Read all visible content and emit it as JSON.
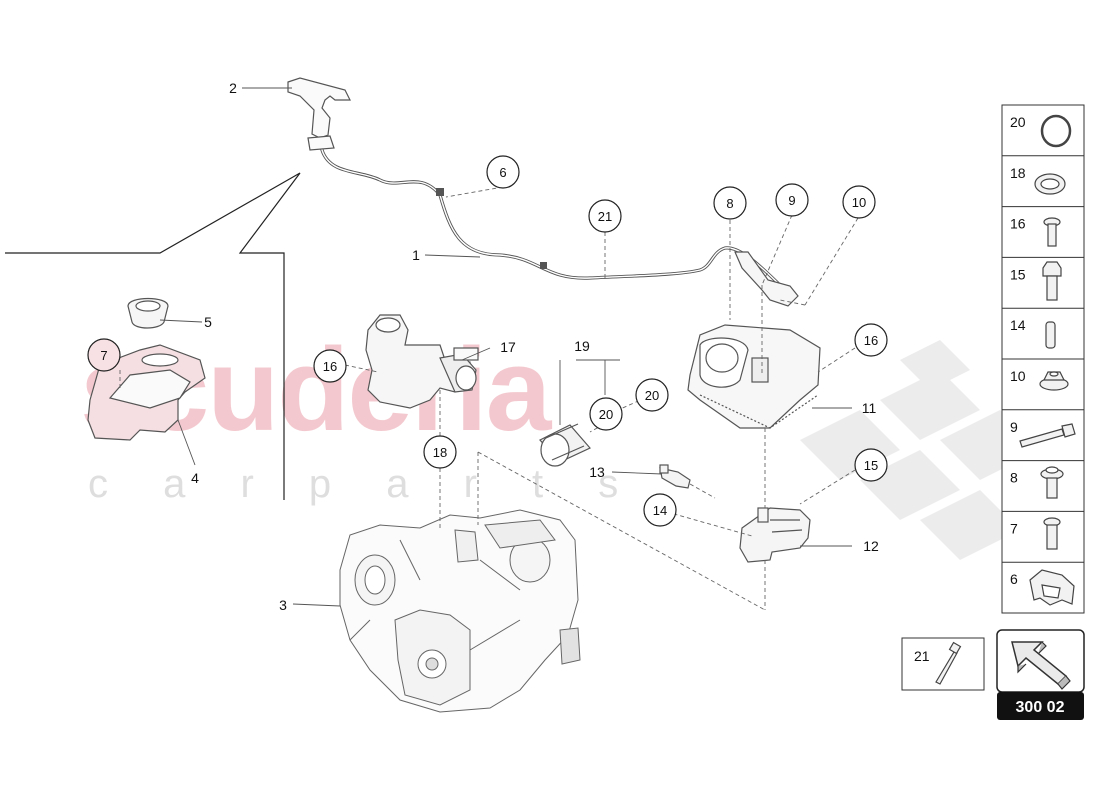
{
  "watermark": {
    "brand": "scuderia",
    "sub": "c a r p a r t s",
    "brand_color": "#f0b8bf",
    "sub_color": "#dedede"
  },
  "diagram_code": "300 02",
  "callouts": {
    "c2": "2",
    "c1": "1",
    "c3": "3",
    "c4": "4",
    "c5": "5",
    "c6": "6",
    "c7": "7",
    "c8": "8",
    "c9": "9",
    "c10": "10",
    "c11": "11",
    "c12": "12",
    "c13": "13",
    "c14": "14",
    "c15": "15",
    "c16a": "16",
    "c16b": "16",
    "c17": "17",
    "c18": "18",
    "c19": "19",
    "c20a": "20",
    "c20b": "20",
    "c21": "21"
  },
  "legend": [
    {
      "num": "20",
      "icon": "o-ring-thin-icon"
    },
    {
      "num": "18",
      "icon": "seal-ring-icon"
    },
    {
      "num": "16",
      "icon": "flange-bolt-icon"
    },
    {
      "num": "15",
      "icon": "hex-bolt-icon"
    },
    {
      "num": "14",
      "icon": "pin-icon"
    },
    {
      "num": "10",
      "icon": "flange-nut-icon"
    },
    {
      "num": "9",
      "icon": "long-bolt-icon"
    },
    {
      "num": "8",
      "icon": "washer-bolt-icon"
    },
    {
      "num": "7",
      "icon": "torx-bolt-icon"
    },
    {
      "num": "6",
      "icon": "clip-icon"
    }
  ],
  "legend_single": {
    "num": "21",
    "icon": "cable-tie-icon"
  },
  "colors": {
    "line": "#222222",
    "part": "#555555",
    "highlight": "#c0394b"
  }
}
